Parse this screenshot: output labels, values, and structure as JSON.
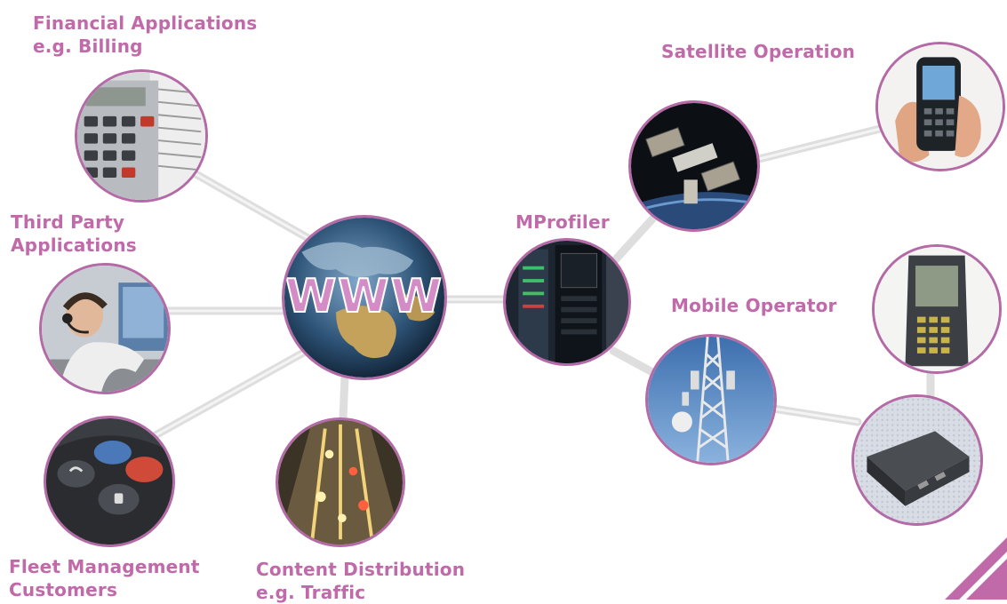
{
  "center": {
    "text": "WWW",
    "icon": "globe-icon"
  },
  "labels": {
    "financial": [
      "Financial Applications",
      "e.g. Billing"
    ],
    "third_party": [
      "Third Party",
      "Applications"
    ],
    "fleet": [
      "Fleet Management",
      "Customers"
    ],
    "content": [
      "Content Distribution",
      "e.g. Traffic"
    ],
    "mprofiler": [
      "MProfiler"
    ],
    "satellite": [
      "Satellite Operation"
    ],
    "mobile": [
      "Mobile Operator"
    ]
  },
  "nodes": {
    "billing": "calculator-icon",
    "call_center": "headset-operator-icon",
    "fleet": "car-key-icon",
    "traffic": "traffic-road-icon",
    "server": "server-rack-icon",
    "satellite": "satellite-icon",
    "phone": "mobile-phone-icon",
    "tower": "cell-tower-icon",
    "handheld": "handheld-device-icon",
    "tracker": "gps-tracker-icon"
  },
  "colors": {
    "accent": "#c06aaa",
    "border": "#b36aa6",
    "link": "#dcdcdc"
  }
}
